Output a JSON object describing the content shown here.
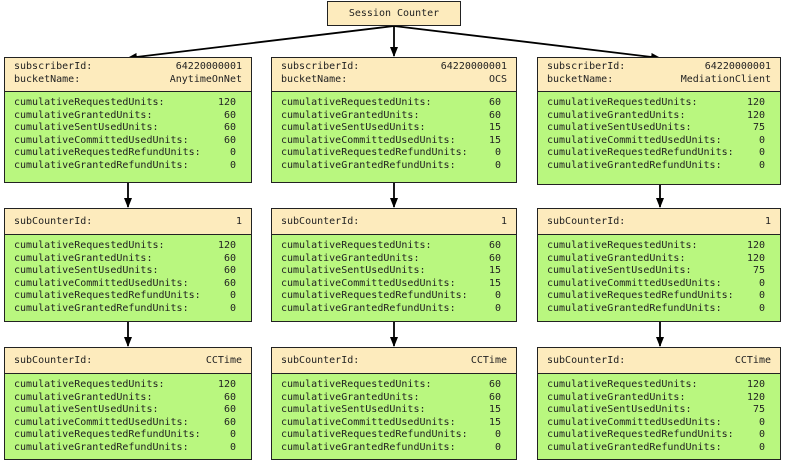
{
  "root": {
    "label": "Session Counter"
  },
  "header_keys": {
    "subscriber": "subscriberId:",
    "bucket": "bucketName:",
    "subcounter": "subCounterId:"
  },
  "metric_keys": [
    "cumulativeRequestedUnits:",
    "cumulativeGrantedUnits:",
    "cumulativeSentUsedUnits:",
    "cumulativeCommittedUsedUnits:",
    "cumulativeRequestedRefundUnits:",
    "cumulativeGrantedRefundUnits:"
  ],
  "columns": [
    {
      "bucket": {
        "subscriberId": "64220000001",
        "bucketName": "AnytimeOnNet",
        "values": [
          "120",
          "60",
          "60",
          "60",
          "0",
          "0"
        ]
      },
      "sub1": {
        "subCounterId": "1",
        "values": [
          "120",
          "60",
          "60",
          "60",
          "0",
          "0"
        ]
      },
      "sub2": {
        "subCounterId": "CCTime",
        "values": [
          "120",
          "60",
          "60",
          "60",
          "0",
          "0"
        ]
      }
    },
    {
      "bucket": {
        "subscriberId": "64220000001",
        "bucketName": "OCS",
        "values": [
          "60",
          "60",
          "15",
          "15",
          "0",
          "0"
        ]
      },
      "sub1": {
        "subCounterId": "1",
        "values": [
          "60",
          "60",
          "15",
          "15",
          "0",
          "0"
        ]
      },
      "sub2": {
        "subCounterId": "CCTime",
        "values": [
          "60",
          "60",
          "15",
          "15",
          "0",
          "0"
        ]
      }
    },
    {
      "bucket": {
        "subscriberId": "64220000001",
        "bucketName": "MediationClient",
        "values": [
          "120",
          "120",
          "75",
          "0",
          "0",
          "0"
        ]
      },
      "sub1": {
        "subCounterId": "1",
        "values": [
          "120",
          "120",
          "75",
          "0",
          "0",
          "0"
        ]
      },
      "sub2": {
        "subCounterId": "CCTime",
        "values": [
          "120",
          "120",
          "75",
          "0",
          "0",
          "0"
        ]
      }
    }
  ]
}
